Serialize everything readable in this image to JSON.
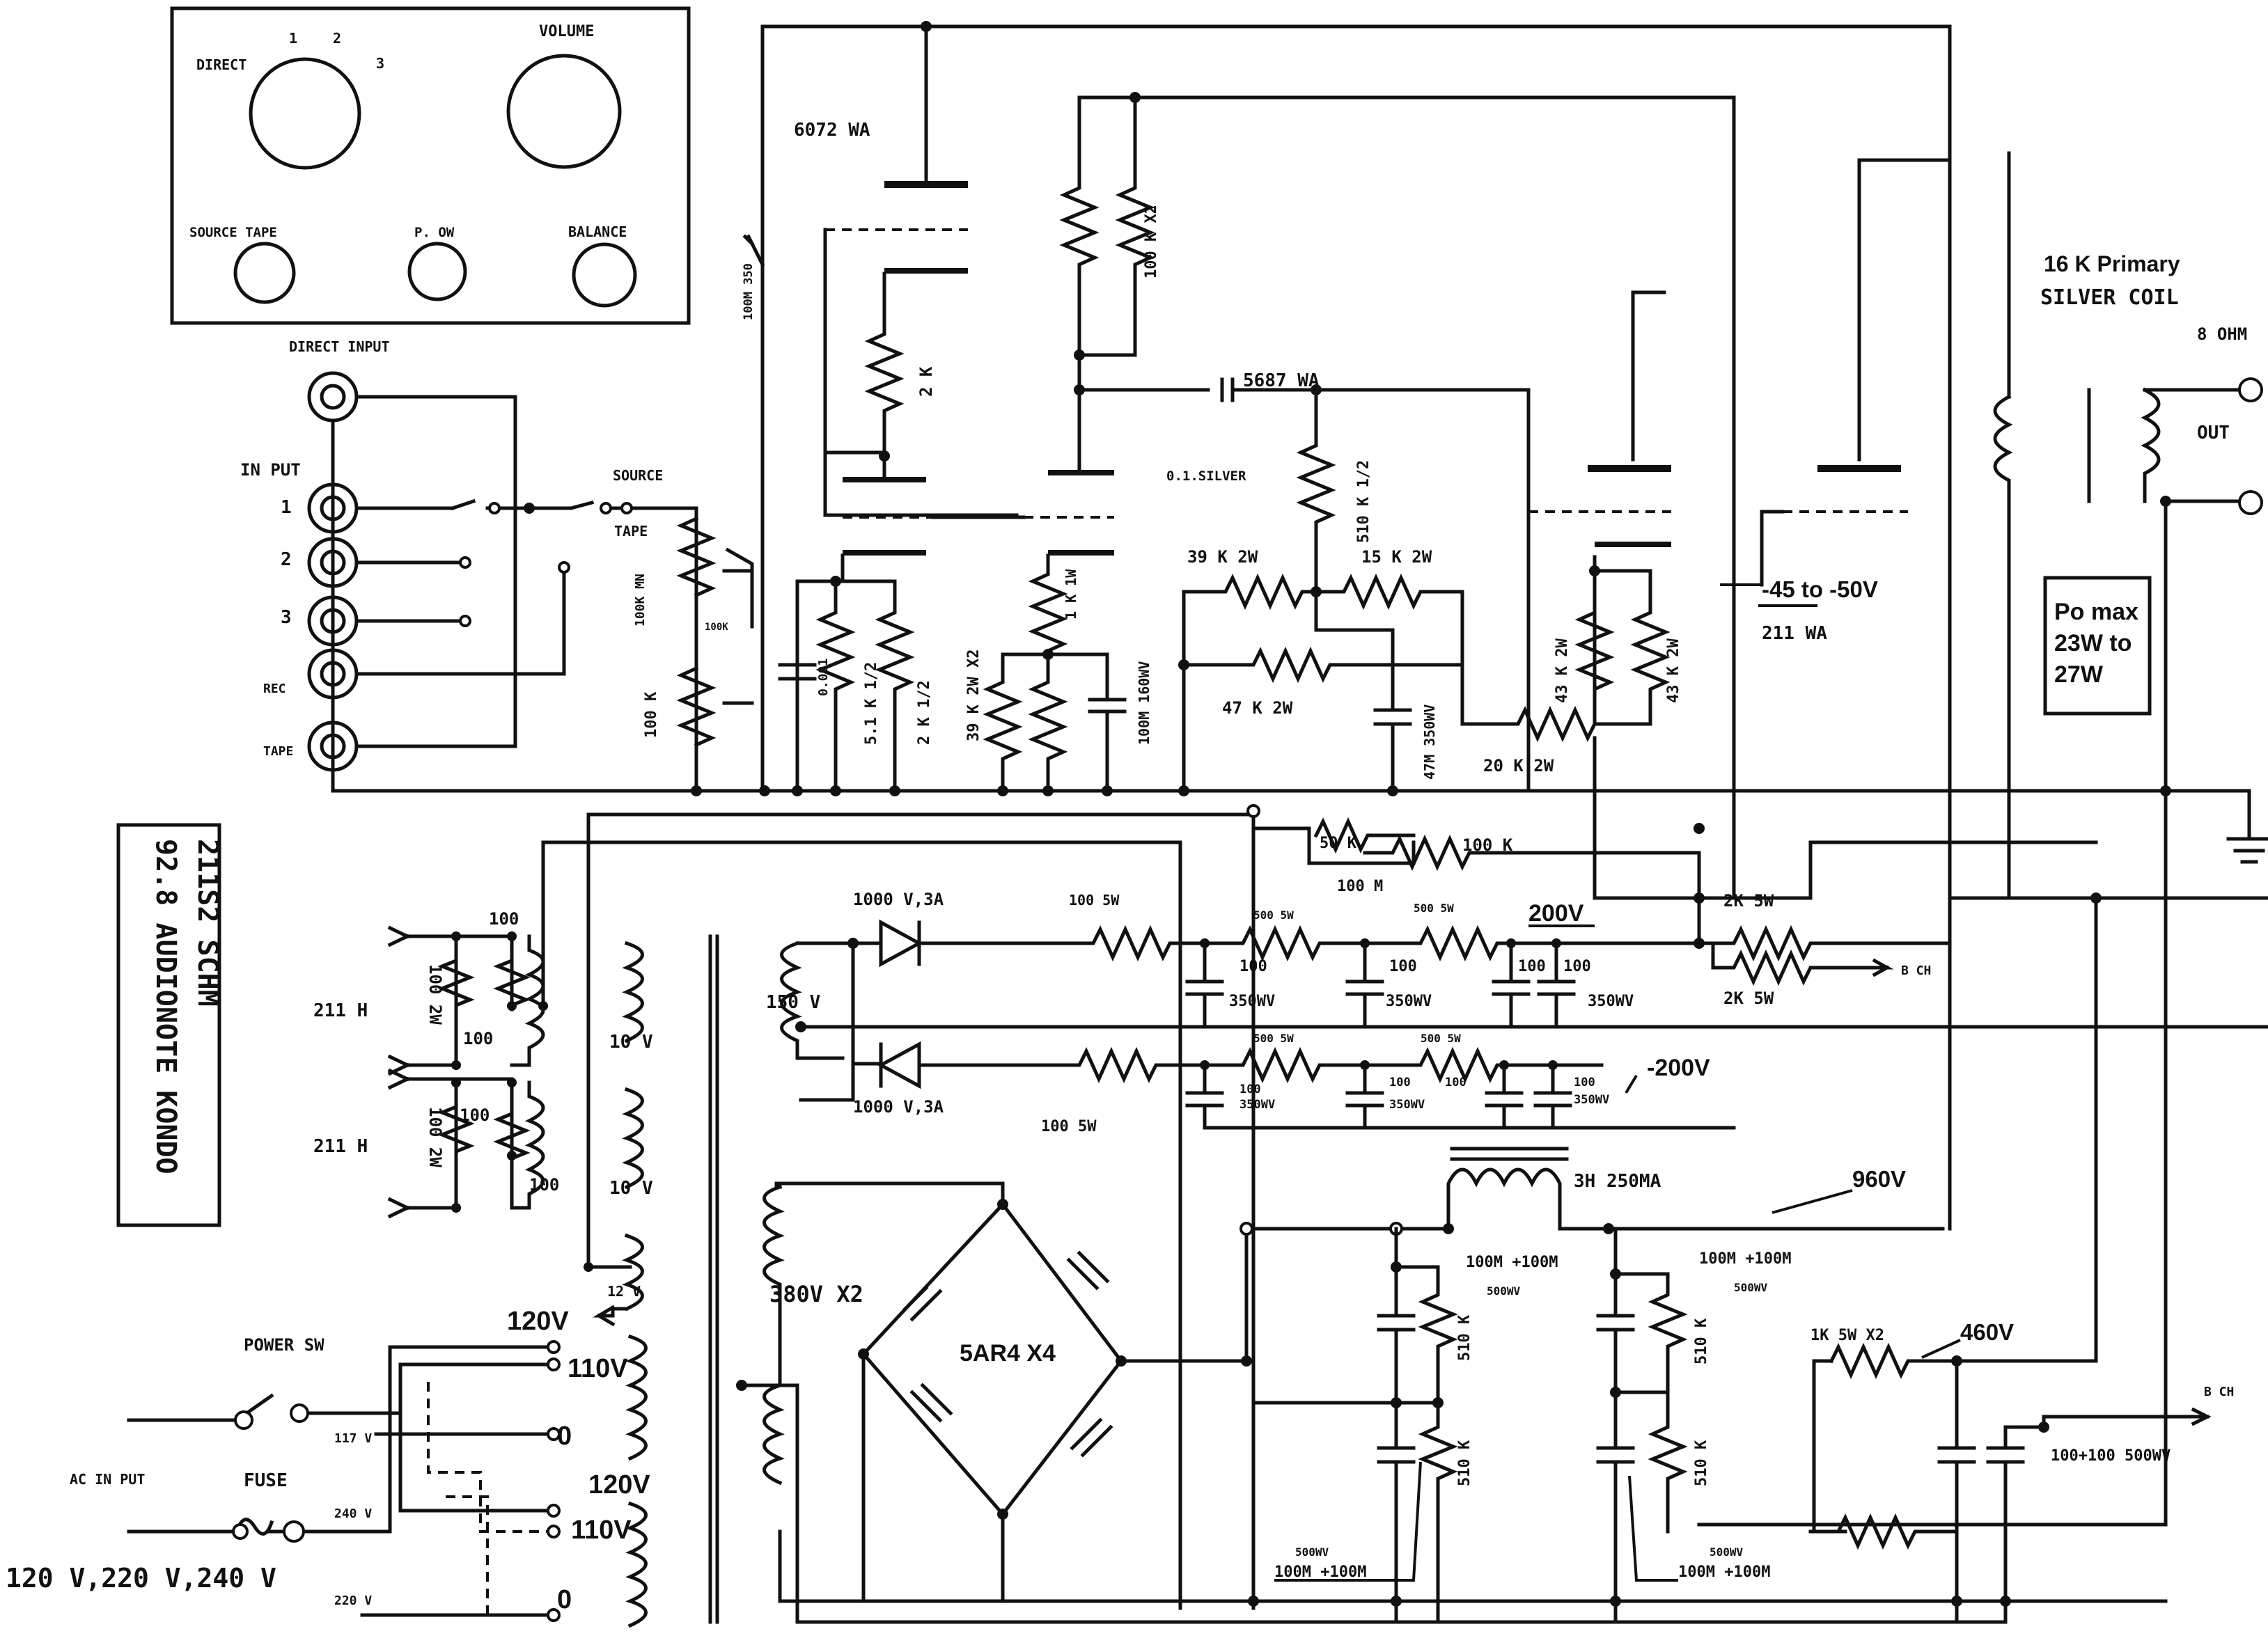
{
  "panel": {
    "direct": "DIRECT",
    "pos1": "1",
    "pos2": "2",
    "pos3": "3",
    "volume": "VOLUME",
    "source_tape": "SOURCE  TAPE",
    "p_ow": "P. OW",
    "balance": "BALANCE"
  },
  "inputs": {
    "direct_input": "DIRECT INPUT",
    "input_label": "IN PUT",
    "in1": "1",
    "in2": "2",
    "in3": "3",
    "rec": "REC",
    "tape": "TAPE",
    "source": "SOURCE",
    "tape_sw": "TAPE"
  },
  "title_box": {
    "line1": "211S2 SCHM",
    "line2": "92.8 AUDIONOTE KONDO"
  },
  "tubes": {
    "t1": "6072 WA",
    "t2": "5687 WA",
    "t3": "211  WA",
    "rect": "5AR4 X4"
  },
  "components": {
    "c100m350": "100M 350",
    "r2k": "2 K",
    "r100kx2": "100 K X2",
    "c01silver": "0.1.SILVER",
    "r510k12": "510 K 1/2",
    "r39k2w": "39 K 2W",
    "r15k2w": "15 K 2W",
    "r47k2w": "47 K 2W",
    "c47m350": "47M 350WV",
    "r20k2w": "20 K 2W",
    "r43k2w_a": "43 K 2W",
    "r43k2w_b": "43 K 2W",
    "r1k1w": "1 K 1W",
    "r39k2wx2": "39 K 2W X2",
    "c100m160": "100M 160WV",
    "r51k12": "5.1 K 1/2",
    "r2k12": "2 K 1/2",
    "c001": "0.001",
    "r100kmn": "100K MN",
    "r100k": "100 K",
    "r100k_sm": "100K",
    "bias_range": "-45 to -50V",
    "vr50k": "50 K",
    "r100m": "100 M",
    "r100k_b": "100 K",
    "diode1": "1000 V,3A",
    "diode2": "1000 V,3A",
    "r100_5w_a": "100   5W",
    "r100_5w_b": "100   5W",
    "r500_5w_a": "500 5W",
    "r500_5w_b": "500 5W",
    "r500_5w_c": "500 5W",
    "r500_5w_d": "500 5W",
    "v200": "200V",
    "vm200": "-200V",
    "c100_a": "100",
    "c100_b": "100",
    "c100_c": "100",
    "c100_d": "100",
    "c350wv_a": "350WV",
    "c350wv_b": "350WV",
    "c350wv_c": "350WV",
    "c100_e": "100",
    "c100_f": "100",
    "c100_g": "100",
    "c100_h": "100",
    "c350wv_d": "350WV",
    "c350wv_e": "350WV",
    "c350wv_f": "350WV",
    "r2k5w_a": "2K 5W",
    "r2k5w_b": "2K 5W",
    "to_b_ch_a": "B CH",
    "v150": "150 V",
    "v10_a": "10 V",
    "v10_b": "10 V",
    "v12": "12 V",
    "h211_a": "211 H",
    "h211_b": "211 H",
    "r100_a": "100",
    "r100_b": "100",
    "r100_c": "100",
    "r100_d": "100",
    "r100_2w_a": "100 2W",
    "r100_2w_b": "100 2W",
    "v380x2": "380V X2",
    "choke": "3H 250MA",
    "v960": "960V",
    "c100m100_a": "100M +100M",
    "c100m100_b": "100M +100M",
    "c500wv_a": "500WV",
    "c500wv_b": "500WV",
    "r510k_a": "510 K",
    "r510k_b": "510 K",
    "r510k_c": "510 K",
    "r510k_d": "510 K",
    "c500wv_c": "500WV",
    "c100m100_c": "100M +100M",
    "c500wv_d": "500WV",
    "c100m100_d": "100M +100M",
    "r1k5wx2": "1K 5W X2",
    "v460": "460V",
    "c100_100_500": "100+100 500WV",
    "to_b_ch_b": "B CH"
  },
  "output": {
    "primary": "16 K Primary",
    "coil": "SILVER COIL",
    "ohm": "8 OHM",
    "out": "OUT",
    "po1": "Po max",
    "po2": "23W to",
    "po3": "27W"
  },
  "mains": {
    "power_sw": "POWER SW",
    "ac_input": "AC IN PUT",
    "fuse": "FUSE",
    "voltages": "120 V,220 V,240 V",
    "tap120a": "120V",
    "tap110a": "110V",
    "tap0a": "0",
    "tap120b": "120V",
    "tap110b": "110V",
    "tap0b": "0",
    "v117": "117 V",
    "v240": "240 V",
    "v220": "220 V"
  }
}
